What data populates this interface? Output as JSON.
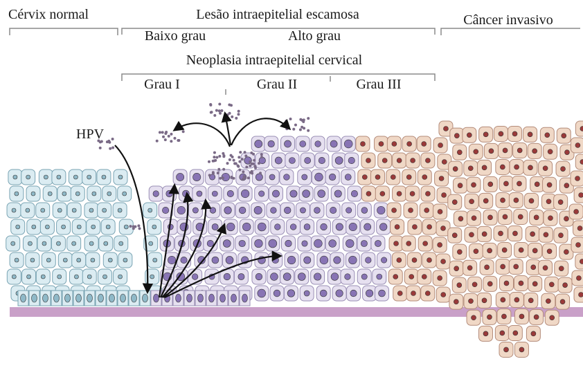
{
  "labels": {
    "normal": "Cérvix normal",
    "squamous": "Lesão intraepitelial escamosa",
    "low_grade": "Baixo grau",
    "high_grade": "Alto grau",
    "cin": "Neoplasia intraepitelial cervical",
    "grade1": "Grau I",
    "grade2": "Grau II",
    "grade3": "Grau III",
    "invasive": "Câncer invasivo",
    "hpv": "HPV"
  },
  "colors": {
    "normal_cell": "#dbecf2",
    "normal_border": "#7aa4b3",
    "normal_nucleus": "#8fb9c8",
    "dysplastic_cell": "#e6e0f0",
    "dysplastic_border": "#9a8fb5",
    "dysplastic_nucleus": "#8874b4",
    "cancer_cell": "#f0d8c6",
    "cancer_border": "#b48c7a",
    "cancer_nucleus": "#9a3a3a",
    "basement": "#c9a0c8",
    "virion": "#7a6a86"
  }
}
